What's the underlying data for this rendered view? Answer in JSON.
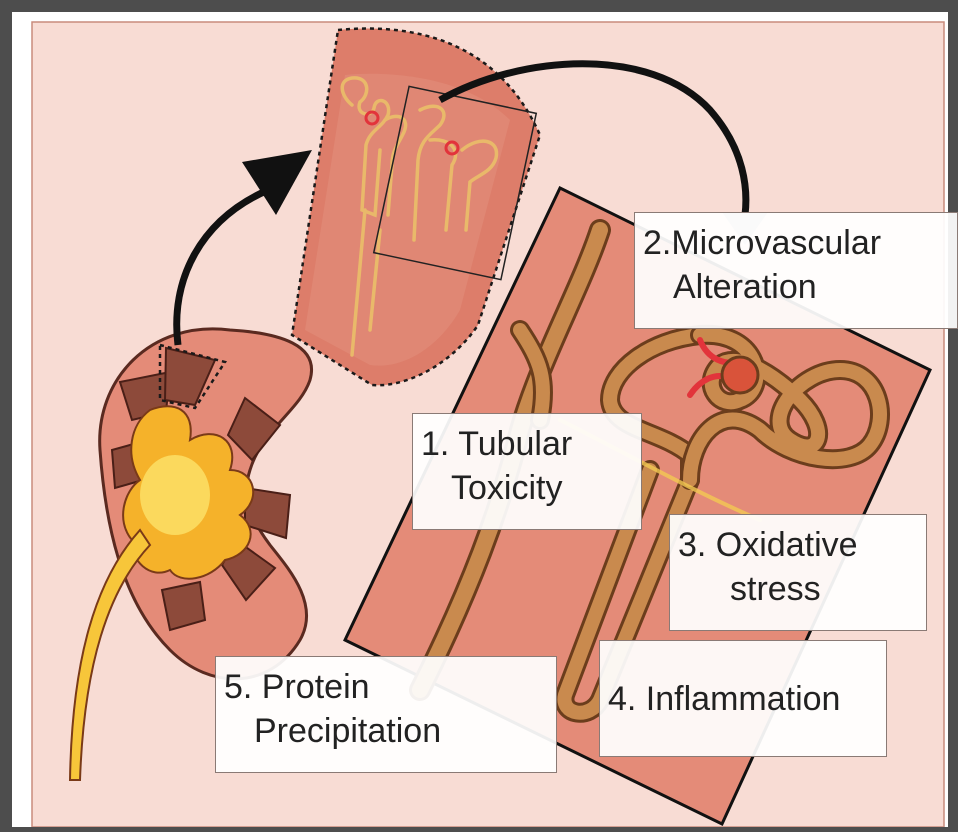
{
  "colors": {
    "frame": "#4d4d4d",
    "panel": "#f7d9d2",
    "tissue": "#e48b78",
    "tubule": "#c98a4e",
    "kidney_medulla": "#a0553f",
    "pelvis_yellow": "#f6b825",
    "vessel_red": "#e2343b"
  },
  "labels": {
    "tubular": {
      "line1": "1. Tubular",
      "line2": "Toxicity"
    },
    "microvascular": {
      "line1": "2.Microvascular",
      "line2": "Alteration"
    },
    "oxidative": {
      "line1": "3. Oxidative",
      "line2": "stress"
    },
    "inflammation": {
      "line1": "4. Inflammation"
    },
    "protein": {
      "line1": "5. Protein",
      "line2": "Precipitation"
    }
  },
  "icons": [
    "kidney-icon",
    "nephron-wedge-icon",
    "tubule-closeup-icon",
    "arrow-icon"
  ]
}
